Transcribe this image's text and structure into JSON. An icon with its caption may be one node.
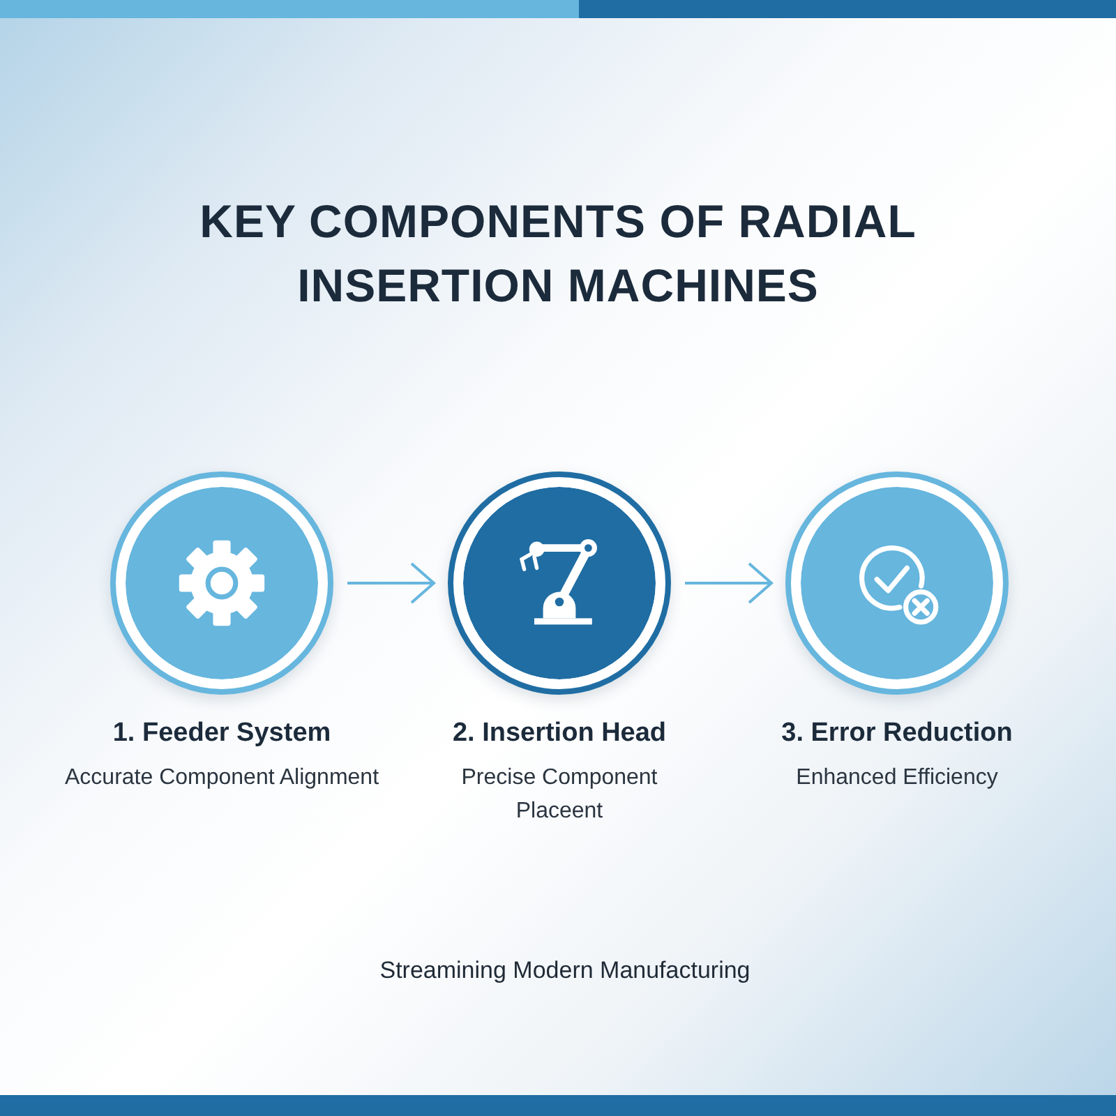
{
  "diagram": {
    "title": "KEY COMPONENTS OF RADIAL INSERTION MACHINES",
    "caption": "Streamining Modern Manufacturing",
    "nodes": [
      {
        "text": [
          "1. Feeder System",
          "Accurate Component Alignment"
        ]
      },
      {
        "text": [
          "2. Insertion Head",
          "Precise Component Placeent"
        ]
      },
      {
        "text": [
          "3. Error Reduction",
          "Enhanced Efficiency"
        ]
      }
    ],
    "edges": [
      {
        "from": 0,
        "to": 1,
        "arrow": "to"
      },
      {
        "from": 1,
        "to": 2,
        "arrow": "to"
      }
    ]
  }
}
